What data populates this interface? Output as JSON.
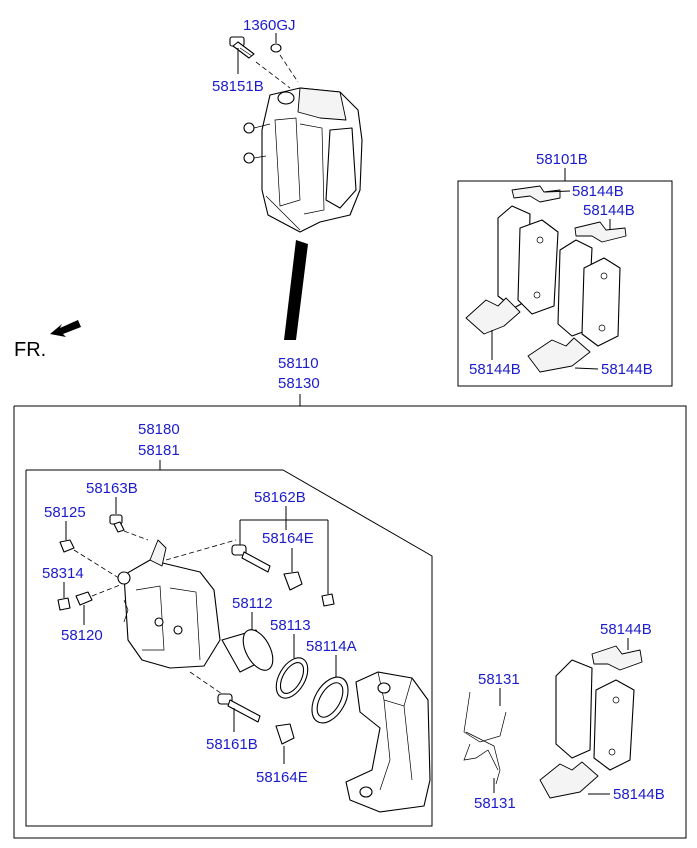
{
  "labels": {
    "bolt_top": "1360GJ",
    "bolt_top_pin": "58151B",
    "pad_kit_top": "58101B",
    "clip_tr1": "58144B",
    "clip_tr2": "58144B",
    "clip_tl_lower": "58144B",
    "clip_tr_lower": "58144B",
    "caliper_assy_1": "58110",
    "caliper_assy_2": "58130",
    "caliper_1": "58180",
    "caliper_2": "58181",
    "guide_bolt": "58163B",
    "bleeder_cap": "58125",
    "bleeder_screw": "58314",
    "pin_boot_group": "58162B",
    "pin_boot_upper": "58164E",
    "piston": "58112",
    "piston_seal": "58113",
    "piston_boot": "58114A",
    "bleeder_cap_low": "58120",
    "guide_pin_low": "58161B",
    "pin_boot_lower": "58164E",
    "spring_top": "58131",
    "spring_bottom": "58131",
    "clip_br_upper": "58144B",
    "clip_br_lower": "58144B"
  },
  "front_marker": "FR."
}
